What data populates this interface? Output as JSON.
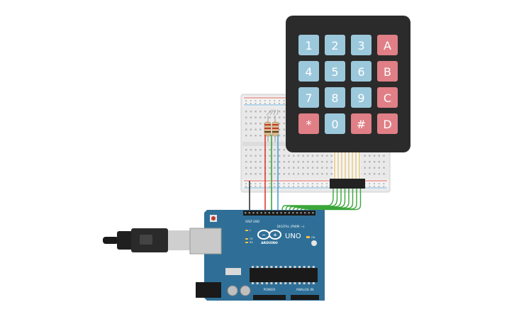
{
  "keypad": {
    "keys": [
      {
        "label": "1",
        "kind": "digit"
      },
      {
        "label": "2",
        "kind": "digit"
      },
      {
        "label": "3",
        "kind": "digit"
      },
      {
        "label": "A",
        "kind": "letter"
      },
      {
        "label": "4",
        "kind": "digit"
      },
      {
        "label": "5",
        "kind": "digit"
      },
      {
        "label": "6",
        "kind": "digit"
      },
      {
        "label": "B",
        "kind": "letter"
      },
      {
        "label": "7",
        "kind": "digit"
      },
      {
        "label": "8",
        "kind": "digit"
      },
      {
        "label": "9",
        "kind": "digit"
      },
      {
        "label": "C",
        "kind": "letter"
      },
      {
        "label": "*",
        "kind": "letter"
      },
      {
        "label": "0",
        "kind": "digit"
      },
      {
        "label": "#",
        "kind": "letter"
      },
      {
        "label": "D",
        "kind": "letter"
      }
    ]
  },
  "arduino": {
    "brand": "ARDUINO",
    "model": "UNO",
    "digital_label": "DIGITAL (PWM ~)",
    "power_label": "POWER",
    "analog_label": "ANALOG IN",
    "aref_label": "AREF",
    "gnd_label": "GND",
    "rx_label": "RX",
    "tx_label": "TX",
    "l_label": "L",
    "on_label": "ON"
  },
  "colors": {
    "board": "#2f6f97",
    "key_digit": "#9cc8dc",
    "key_letter": "#e07f86",
    "keypad_body": "#2b2b2b",
    "wire_green": "#3aa63a",
    "wire_red": "#e03a2e",
    "wire_blue": "#4aa0d6",
    "wire_dark": "#333333",
    "breadboard": "#e9e9e9"
  }
}
